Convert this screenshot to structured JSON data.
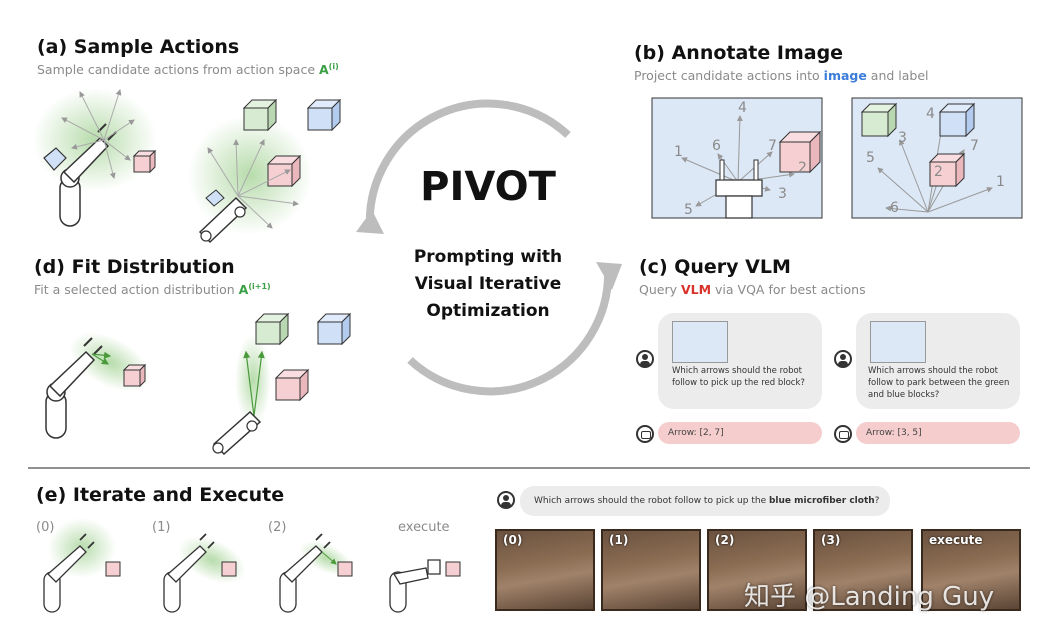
{
  "section_a": {
    "title": "(a) Sample Actions",
    "subtitle_text": "Sample candidate actions from action space ",
    "subtitle_symbol": "A",
    "subtitle_sup": "(i)"
  },
  "section_b": {
    "title": "(b) Annotate Image",
    "subtitle_pre": "Project candidate actions into ",
    "subtitle_highlight": "image",
    "subtitle_post": " and label",
    "left_labels": [
      "1",
      "4",
      "6",
      "7",
      "2",
      "3",
      "5"
    ],
    "right_labels": [
      "3",
      "4",
      "7",
      "5",
      "2",
      "1",
      "6"
    ]
  },
  "section_c": {
    "title": "(c) Query VLM",
    "subtitle_pre": "Query ",
    "subtitle_highlight": "VLM",
    "subtitle_post": " via VQA for best actions",
    "queries": [
      {
        "question": "Which arrows should the robot follow to pick up the red block?",
        "answer": "Arrow: [2, 7]"
      },
      {
        "question": "Which arrows should the robot follow to park between the green and blue blocks?",
        "answer": "Arrow: [3, 5]"
      }
    ]
  },
  "section_d": {
    "title": "(d) Fit Distribution",
    "subtitle_text": "Fit a selected action distribution ",
    "subtitle_symbol": "A",
    "subtitle_sup": "(i+1)"
  },
  "section_e": {
    "title": "(e) Iterate and Execute",
    "iter_labels": [
      "(0)",
      "(1)",
      "(2)",
      "execute"
    ],
    "question_pre": "Which arrows should the robot follow to pick up the ",
    "question_bold": "blue microfiber cloth",
    "question_post": "?",
    "photo_labels": [
      "(0)",
      "(1)",
      "(2)",
      "(3)",
      "execute"
    ]
  },
  "center": {
    "title": "PIVOT",
    "line1": "Prompting with",
    "line2": "Visual Iterative",
    "line3": "Optimization"
  },
  "watermark": "知乎 @Landing Guy",
  "colors": {
    "green_block": "#d6ebd2",
    "blue_block": "#cfe0f7",
    "red_block": "#f6cfd2",
    "glow": "#9fd08f",
    "panel_bg": "#dde8f7"
  }
}
